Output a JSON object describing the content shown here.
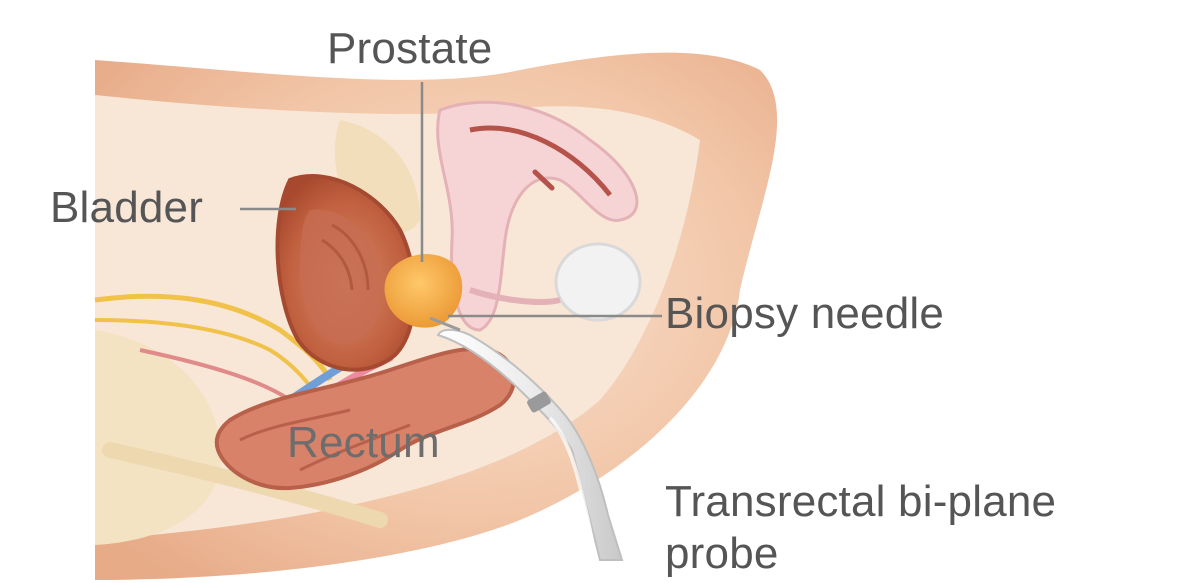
{
  "labels": {
    "prostate": "Prostate",
    "bladder": "Bladder",
    "biopsy_needle": "Biopsy needle",
    "rectum": "Rectum",
    "probe_line1": "Transrectal bi-plane",
    "probe_line2": "probe"
  },
  "colors": {
    "label_text": "#555555",
    "leader_line": "#8a8a8a",
    "skin": "#f2c6a8",
    "tissue": "#f7e1cf",
    "bladder": "#c96a4e",
    "prostate": "#f0a444",
    "rectum": "#d8826a",
    "bone": "#f3e3c3",
    "probe": "#eeeeee",
    "vein": "#6f9fd6",
    "nerve": "#f0c24a"
  }
}
